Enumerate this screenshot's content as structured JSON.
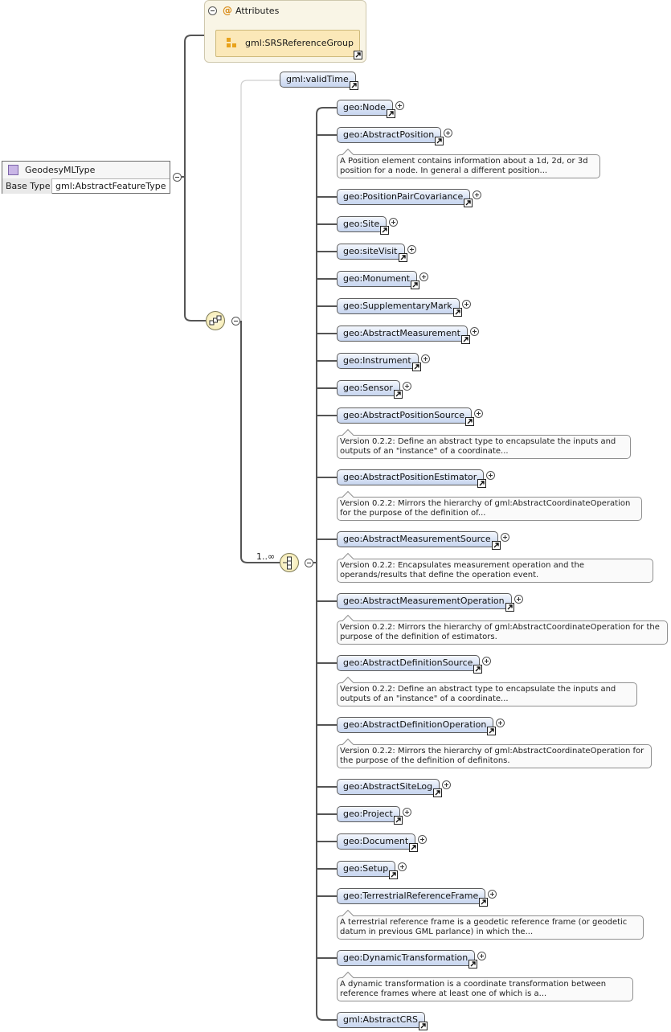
{
  "root_type": {
    "name": "GeodesyMLType",
    "base_type_label": "Base Type",
    "base_type_value": "gml:AbstractFeatureType"
  },
  "attributes": {
    "title": "Attributes",
    "at_symbol": "@",
    "group": "gml:SRSReferenceGroup"
  },
  "valid_time": "gml:validTime",
  "choice_occurs": "1..∞",
  "elements": [
    {
      "name": "geo:Node",
      "doc": ""
    },
    {
      "name": "geo:AbstractPosition",
      "doc": "A Position element contains information about a 1d, 2d, or 3d position for a node. In general a different position..."
    },
    {
      "name": "geo:PositionPairCovariance",
      "doc": ""
    },
    {
      "name": "geo:Site",
      "doc": ""
    },
    {
      "name": "geo:siteVisit",
      "doc": ""
    },
    {
      "name": "geo:Monument",
      "doc": ""
    },
    {
      "name": "geo:SupplementaryMark",
      "doc": ""
    },
    {
      "name": "geo:AbstractMeasurement",
      "doc": ""
    },
    {
      "name": "geo:Instrument",
      "doc": ""
    },
    {
      "name": "geo:Sensor",
      "doc": ""
    },
    {
      "name": "geo:AbstractPositionSource",
      "doc": "Version 0.2.2: Define an abstract type to encapsulate the inputs and outputs of an \"instance\" of a coordinate..."
    },
    {
      "name": "geo:AbstractPositionEstimator",
      "doc": "Version 0.2.2: Mirrors the hierarchy of gml:AbstractCoordinateOperation for the purpose of the definition of..."
    },
    {
      "name": "geo:AbstractMeasurementSource",
      "doc": "Version 0.2.2: Encapsulates measurement operation and the operands/results that define the operation event."
    },
    {
      "name": "geo:AbstractMeasurementOperation",
      "doc": "Version 0.2.2: Mirrors the hierarchy of gml:AbstractCoordinateOperation for the purpose of the definition of estimators."
    },
    {
      "name": "geo:AbstractDefinitionSource",
      "doc": "Version 0.2.2: Define an abstract type to encapsulate the inputs and outputs of an \"instance\" of a coordinate..."
    },
    {
      "name": "geo:AbstractDefinitionOperation",
      "doc": "Version 0.2.2: Mirrors the hierarchy of gml:AbstractCoordinateOperation for the purpose of the definition of definitons."
    },
    {
      "name": "geo:AbstractSiteLog",
      "doc": ""
    },
    {
      "name": "geo:Project",
      "doc": ""
    },
    {
      "name": "geo:Document",
      "doc": ""
    },
    {
      "name": "geo:Setup",
      "doc": ""
    },
    {
      "name": "geo:TerrestrialReferenceFrame",
      "doc": "A terrestrial reference frame is a geodetic reference frame (or geodetic datum in previous GML parlance) in which the..."
    },
    {
      "name": "geo:DynamicTransformation",
      "doc": "A dynamic transformation is a coordinate transformation between reference frames where at least one of which is a..."
    },
    {
      "name": "gml:AbstractCRS",
      "doc": ""
    }
  ]
}
